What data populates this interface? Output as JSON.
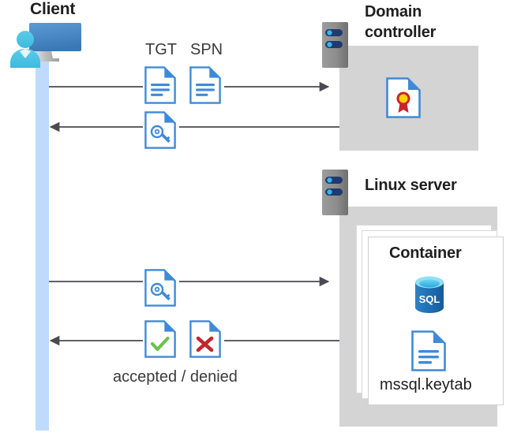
{
  "diagram": {
    "title_client": "Client",
    "title_domain_controller": "Domain\ncontroller",
    "title_domain_controller_line1": "Domain",
    "title_domain_controller_line2": "controller",
    "title_linux_server": "Linux server",
    "title_container": "Container",
    "label_tgt": "TGT",
    "label_spn": "SPN",
    "label_accepted_denied": "accepted / denied",
    "label_keytab_file": "mssql.keytab",
    "label_sql": "SQL"
  },
  "icons": {
    "client": "user-with-monitor-icon",
    "server_rack": "server-rack-icon",
    "document": "document-icon",
    "ticket": "key-document-icon",
    "certificate": "certificate-document-icon",
    "accepted": "check-document-icon",
    "denied": "cross-document-icon",
    "database": "sql-database-icon",
    "keytab": "document-icon"
  },
  "flows": [
    {
      "name": "client-to-dc-request",
      "label_icons": [
        "TGT",
        "SPN"
      ],
      "direction": "right",
      "from": "Client",
      "to": "Domain controller"
    },
    {
      "name": "dc-to-client-ticket",
      "label_icons": [
        "ticket"
      ],
      "direction": "left",
      "from": "Domain controller",
      "to": "Client"
    },
    {
      "name": "client-to-linux-ticket",
      "label_icons": [
        "ticket"
      ],
      "direction": "right",
      "from": "Client",
      "to": "Linux server"
    },
    {
      "name": "linux-to-client-result",
      "label_icons": [
        "accepted",
        "denied"
      ],
      "direction": "left",
      "from": "Linux server",
      "to": "Client"
    }
  ],
  "colors": {
    "panel_gray": "#d4d4d4",
    "lifeline_blue": "#bedbfb",
    "doc_blue": "#3f8ad8",
    "doc_fold_blue": "#2f7ccc",
    "accent_green": "#5cb85c",
    "accent_red": "#c9302c",
    "sql_blue": "#1f6fb5",
    "cert_red": "#cc2229",
    "cert_yellow": "#ffd400",
    "rack_gray": "#8a8a8a",
    "rack_pill": "#1f3a6e",
    "rack_dot": "#37b6e9",
    "arrow_gray": "#4a4a52",
    "text_dark": "#1f1f1f",
    "text_gray": "#3b3b3b"
  }
}
